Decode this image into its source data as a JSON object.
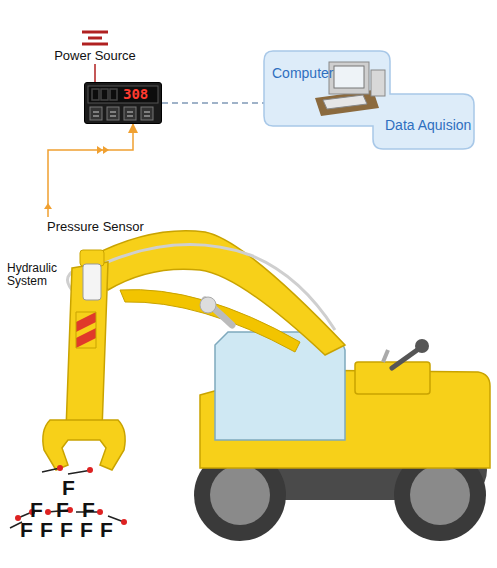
{
  "diagram": {
    "nodes": [
      {
        "text": [
          "Power Source"
        ]
      },
      {
        "text": [
          "308"
        ]
      },
      {
        "text": [
          "Computer",
          "Data Aquision"
        ]
      },
      {
        "text": [
          "Pressure Sensor"
        ]
      }
    ],
    "edges": [
      {
        "from": 0,
        "to": 1,
        "arrow": "none"
      },
      {
        "from": 1,
        "to": 2,
        "arrow": "none"
      },
      {
        "from": 3,
        "to": 1,
        "arrow": "to"
      }
    ],
    "labels": [
      "Hydraulic System",
      "F",
      "F",
      "F",
      "F",
      "F",
      "F",
      "F",
      "F",
      "F"
    ]
  }
}
